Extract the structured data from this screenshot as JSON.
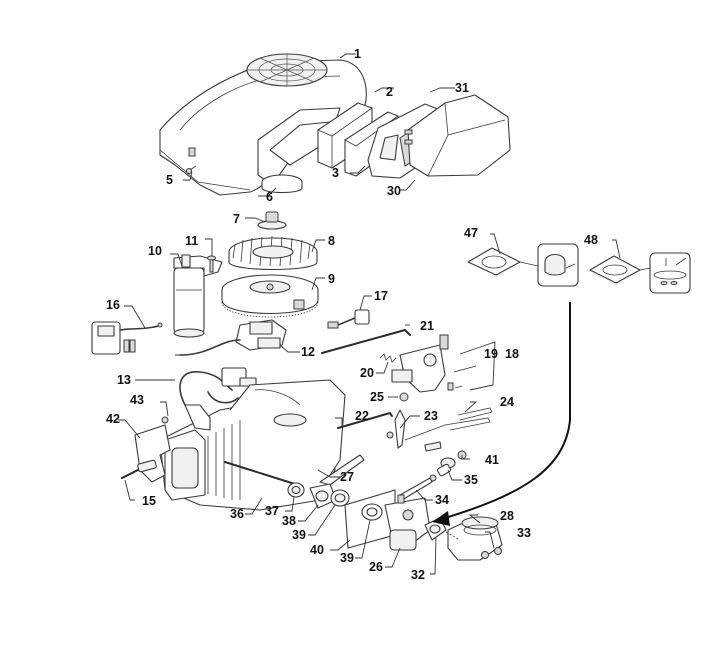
{
  "diagram": {
    "title": "Engine exploded parts diagram",
    "line_color": "#3a3a3a",
    "background": "#ffffff",
    "callouts": [
      {
        "id": "c1",
        "label": "1",
        "part": "blower-housing"
      },
      {
        "id": "c2",
        "label": "2",
        "part": "air-filter-element"
      },
      {
        "id": "c3",
        "label": "3",
        "part": "pre-filter"
      },
      {
        "id": "c31",
        "label": "31",
        "part": "air-filter-base"
      },
      {
        "id": "c30",
        "label": "30",
        "part": "air-filter-cover"
      },
      {
        "id": "c5",
        "label": "5",
        "part": "screw"
      },
      {
        "id": "c6",
        "label": "6",
        "part": "starter-cup"
      },
      {
        "id": "c7",
        "label": "7",
        "part": "flywheel-nut-washer"
      },
      {
        "id": "c8",
        "label": "8",
        "part": "fan"
      },
      {
        "id": "c9",
        "label": "9",
        "part": "flywheel"
      },
      {
        "id": "c10",
        "label": "10",
        "part": "starter-motor"
      },
      {
        "id": "c11",
        "label": "11",
        "part": "starter-bolt"
      },
      {
        "id": "c16",
        "label": "16",
        "part": "rectifier"
      },
      {
        "id": "c17",
        "label": "17",
        "part": "stop-switch"
      },
      {
        "id": "c12",
        "label": "12",
        "part": "charging-coil"
      },
      {
        "id": "c21",
        "label": "21",
        "part": "governor-link"
      },
      {
        "id": "c20",
        "label": "20",
        "part": "governor-spring"
      },
      {
        "id": "c19",
        "label": "19",
        "part": "bracket-screw"
      },
      {
        "id": "c18",
        "label": "18",
        "part": "control-bracket-assembly"
      },
      {
        "id": "c25",
        "label": "25",
        "part": "bracket-bolt"
      },
      {
        "id": "c13",
        "label": "13",
        "part": "ignition-coil"
      },
      {
        "id": "c43",
        "label": "43",
        "part": "nut"
      },
      {
        "id": "c42",
        "label": "42",
        "part": "heat-shield"
      },
      {
        "id": "c15",
        "label": "15",
        "part": "spark-plug"
      },
      {
        "id": "c22",
        "label": "22",
        "part": "throttle-link"
      },
      {
        "id": "c23",
        "label": "23",
        "part": "governor-lever"
      },
      {
        "id": "c24",
        "label": "24",
        "part": "choke-link"
      },
      {
        "id": "c41",
        "label": "41",
        "part": "nut"
      },
      {
        "id": "c35",
        "label": "35",
        "part": "fuel-valve"
      },
      {
        "id": "c27",
        "label": "27",
        "part": "breather-tube"
      },
      {
        "id": "c36",
        "label": "36",
        "part": "stud"
      },
      {
        "id": "c37",
        "label": "37",
        "part": "intake-gasket"
      },
      {
        "id": "c38",
        "label": "38",
        "part": "insulator"
      },
      {
        "id": "c39a",
        "label": "39",
        "part": "gasket"
      },
      {
        "id": "c40",
        "label": "40",
        "part": "carburetor-shield"
      },
      {
        "id": "c39b",
        "label": "39",
        "part": "gasket"
      },
      {
        "id": "c34",
        "label": "34",
        "part": "fuel-hose"
      },
      {
        "id": "c26",
        "label": "26",
        "part": "carburetor"
      },
      {
        "id": "c32",
        "label": "32",
        "part": "air-cleaner-gasket"
      },
      {
        "id": "c28",
        "label": "28",
        "part": "air-intake-elbow"
      },
      {
        "id": "c33",
        "label": "33",
        "part": "nut"
      },
      {
        "id": "c47",
        "label": "47",
        "part": "clamp-kit"
      },
      {
        "id": "c48",
        "label": "48",
        "part": "gasket-kit"
      }
    ]
  }
}
